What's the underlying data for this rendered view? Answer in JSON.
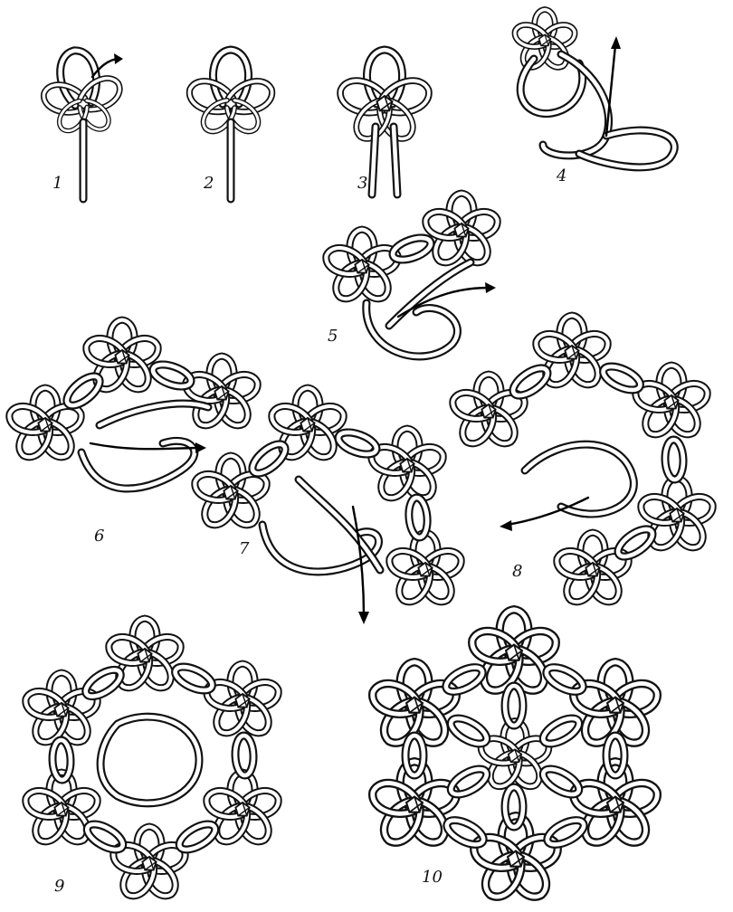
{
  "figure": {
    "steps": [
      {
        "id": "1",
        "label": "1"
      },
      {
        "id": "2",
        "label": "2"
      },
      {
        "id": "3",
        "label": "3"
      },
      {
        "id": "4",
        "label": "4"
      },
      {
        "id": "5",
        "label": "5"
      },
      {
        "id": "6",
        "label": "6"
      },
      {
        "id": "7",
        "label": "7"
      },
      {
        "id": "8",
        "label": "8"
      },
      {
        "id": "9",
        "label": "9"
      },
      {
        "id": "10",
        "label": "10"
      }
    ]
  },
  "colors": {
    "ink": "#111111",
    "paper": "#ffffff"
  }
}
